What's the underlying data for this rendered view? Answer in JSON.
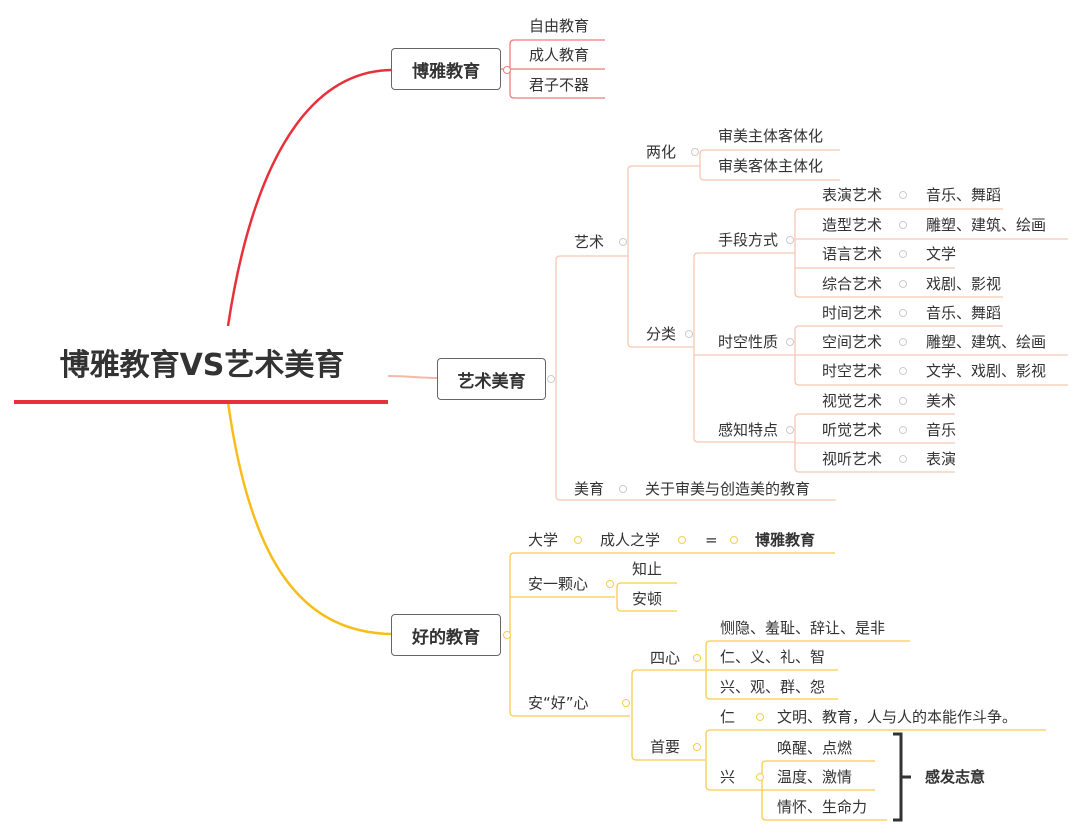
{
  "root": {
    "title": "博雅教育VS艺术美育"
  },
  "colors": {
    "red": "#e8303a",
    "art": "#f6c7b4",
    "yellow": "#f8cc4f",
    "root_line": "#e8303a"
  },
  "boya": {
    "label": "博雅教育",
    "children": [
      "自由教育",
      "成人教育",
      "君子不器"
    ]
  },
  "art": {
    "label": "艺术美育",
    "yishu": {
      "label": "艺术",
      "lianghua": {
        "label": "两化",
        "children": [
          "审美主体客体化",
          "审美客体主体化"
        ]
      },
      "fenlei": {
        "label": "分类",
        "shouduan": {
          "label": "手段方式",
          "items": [
            {
              "name": "表演艺术",
              "value": "音乐、舞蹈"
            },
            {
              "name": "造型艺术",
              "value": "雕塑、建筑、绘画"
            },
            {
              "name": "语言艺术",
              "value": "文学"
            },
            {
              "name": "综合艺术",
              "value": "戏剧、影视"
            }
          ]
        },
        "shikong": {
          "label": "时空性质",
          "items": [
            {
              "name": "时间艺术",
              "value": "音乐、舞蹈"
            },
            {
              "name": "空间艺术",
              "value": "雕塑、建筑、绘画"
            },
            {
              "name": "时空艺术",
              "value": "文学、戏剧、影视"
            }
          ]
        },
        "ganzhi": {
          "label": "感知特点",
          "items": [
            {
              "name": "视觉艺术",
              "value": "美术"
            },
            {
              "name": "听觉艺术",
              "value": "音乐"
            },
            {
              "name": "视听艺术",
              "value": "表演"
            }
          ]
        }
      }
    },
    "meiyu": {
      "label": "美育",
      "value": "关于审美与创造美的教育"
    }
  },
  "good": {
    "label": "好的教育",
    "daxue": {
      "label": "大学",
      "chain": [
        "成人之学",
        "=",
        "博雅教育"
      ]
    },
    "anyike": {
      "label": "安一颗心",
      "children": [
        "知止",
        "安顿"
      ]
    },
    "anhao": {
      "label": "安“好”心",
      "sixin": {
        "label": "四心",
        "children": [
          "恻隐、羞耻、辞让、是非",
          "仁、义、礼、智",
          "兴、观、群、怨"
        ]
      },
      "shouyao": {
        "label": "首要",
        "ren": {
          "label": "仁",
          "value": "文明、教育，人与人的本能作斗争。"
        },
        "xing": {
          "label": "兴",
          "children": [
            "唤醒、点燃",
            "温度、激情",
            "情怀、生命力"
          ],
          "summary": "感发志意"
        }
      }
    }
  }
}
